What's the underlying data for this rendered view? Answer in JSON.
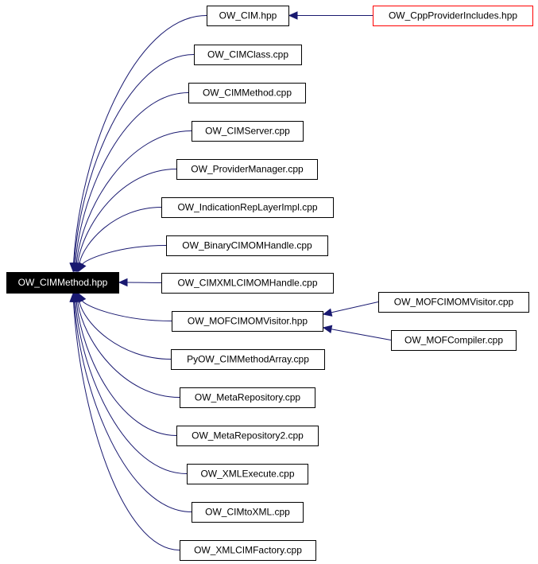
{
  "colors": {
    "edge": "#191970",
    "root_fill": "#000000",
    "root_text": "#ffffff",
    "external_border": "#ff0000"
  },
  "nodes": {
    "root": "OW_CIMMethod.hpp",
    "cim_hpp": "OW_CIM.hpp",
    "cpp_provider_includes": "OW_CppProviderIncludes.hpp",
    "cimclass": "OW_CIMClass.cpp",
    "cimmethod_cpp": "OW_CIMMethod.cpp",
    "cimserver": "OW_CIMServer.cpp",
    "provider_manager": "OW_ProviderManager.cpp",
    "indication_rep": "OW_IndicationRepLayerImpl.cpp",
    "binary_cimom": "OW_BinaryCIMOMHandle.cpp",
    "cimxml_cimom": "OW_CIMXMLCIMOMHandle.cpp",
    "mofcimom_visitor_hpp": "OW_MOFCIMOMVisitor.hpp",
    "mofcimom_visitor_cpp": "OW_MOFCIMOMVisitor.cpp",
    "mof_compiler": "OW_MOFCompiler.cpp",
    "py_cimmethod_array": "PyOW_CIMMethodArray.cpp",
    "meta_repository": "OW_MetaRepository.cpp",
    "meta_repository2": "OW_MetaRepository2.cpp",
    "xml_execute": "OW_XMLExecute.cpp",
    "cim_to_xml": "OW_CIMtoXML.cpp",
    "xml_cim_factory": "OW_XMLCIMFactory.cpp"
  }
}
